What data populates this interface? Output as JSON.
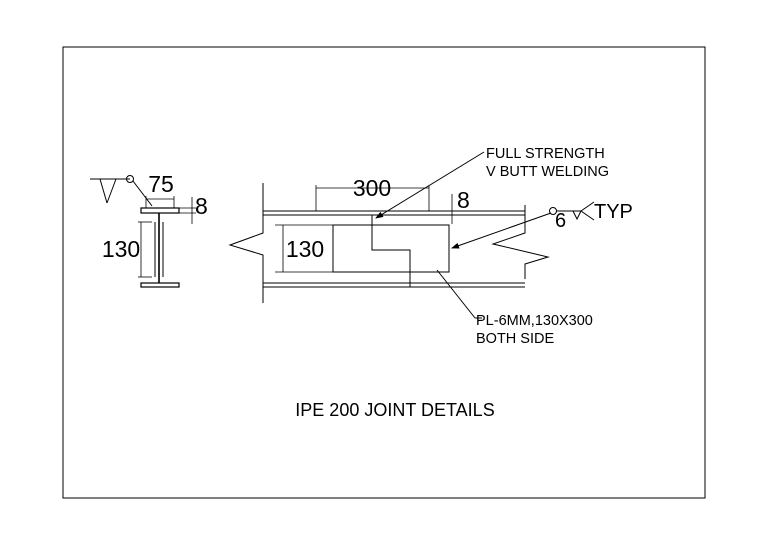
{
  "section_view": {
    "flange_width": "75",
    "flange_thickness": "8",
    "plate_height": "130"
  },
  "elevation_view": {
    "plate_length": "300",
    "flange_thickness": "8",
    "plate_height": "130"
  },
  "notes": {
    "butt_weld_line1": "FULL STRENGTH",
    "butt_weld_line2": "V BUTT WELDING",
    "fillet_weld_size": "6",
    "fillet_weld_typ": "TYP",
    "plate_line1": "PL-6MM,130X300",
    "plate_line2": "BOTH SIDE"
  },
  "title": "IPE 200 JOINT DETAILS"
}
